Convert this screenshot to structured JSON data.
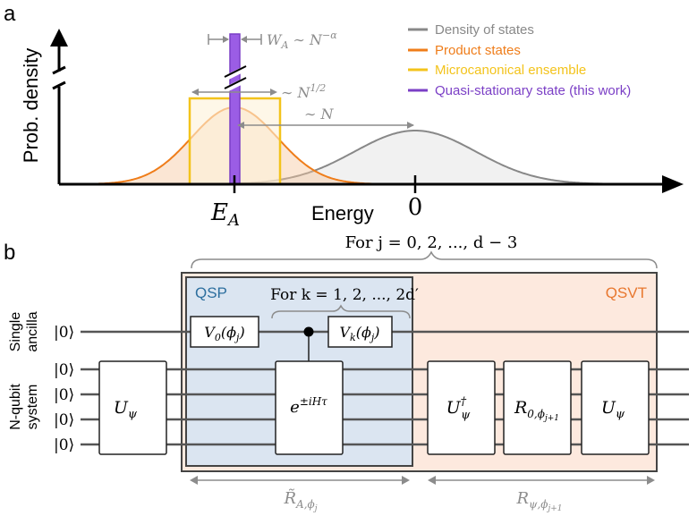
{
  "panel_a": {
    "label": "a",
    "y_axis_label": "Prob. density",
    "x_axis_label": "Energy",
    "tick_EA_main": "E",
    "tick_EA_sub": "A",
    "tick_zero": "0",
    "legend": [
      {
        "label": "Density of states",
        "color": "#888888"
      },
      {
        "label": "Product states",
        "color": "#ef7d1a"
      },
      {
        "label": "Microcanonical ensemble",
        "color": "#f3c31b"
      },
      {
        "label": "Quasi-stationary state (this work)",
        "color": "#7b3fc6"
      }
    ],
    "annot_width_main": "W",
    "annot_width_sub": "A",
    "annot_width_rest": " ∼ N",
    "annot_width_exp": "−α",
    "annot_sqrtN": "∼ N",
    "annot_sqrtN_exp": "1/2",
    "annot_N": "∼ N"
  },
  "panel_b": {
    "label": "b",
    "brace_top_label": "For j = 0, 2, ..., d − 3",
    "brace_inner_label": "For k = 1, 2, ..., 2d′",
    "qsp_label": "QSP",
    "qsvt_label": "QSVT",
    "ancilla_label_line1": "Single",
    "ancilla_label_line2": "ancilla",
    "system_label_line1": "N-qubit",
    "system_label_line2": "system",
    "ket0": "|0⟩",
    "gate_U": "U",
    "gate_U_sub": "ψ",
    "gate_V0": "V",
    "gate_V0_sub": "0",
    "gate_V0_arg": "(ϕ",
    "gate_V0_argsub": "j",
    "gate_Vk": "V",
    "gate_Vk_sub": "k",
    "gate_exp_base": "e",
    "gate_exp_power": "±iHτ",
    "gate_Udag": "U",
    "gate_Udag_sup": "†",
    "gate_R": "R",
    "gate_R_sub": "0,ϕ",
    "gate_R_subsub": "j+1",
    "arrow_left_main": "R̃",
    "arrow_left_sub": "A,ϕ",
    "arrow_left_subsub": "j",
    "arrow_right_main": "R",
    "arrow_right_sub": "ψ,ϕ",
    "arrow_right_subsub": "j+1"
  },
  "colors": {
    "qsp_fill": "#dbe5f1",
    "qsp_text": "#2c6e9e",
    "qsvt_fill": "#fde9de",
    "qsvt_text": "#e8772e",
    "annotation_gray": "#8c8c8c"
  }
}
